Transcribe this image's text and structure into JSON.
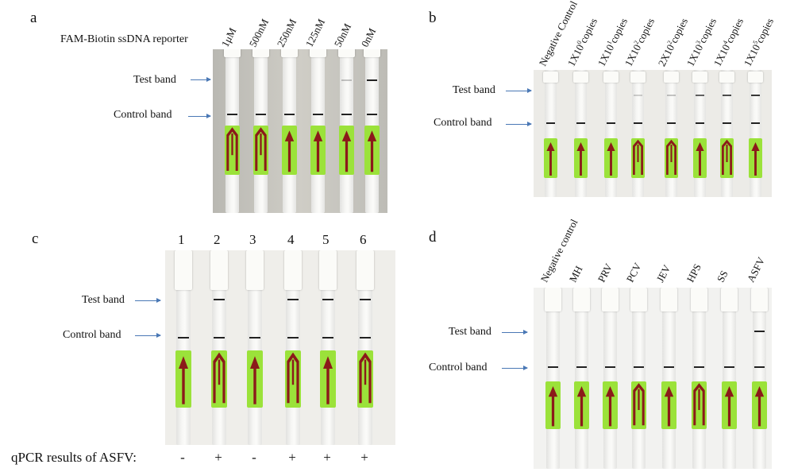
{
  "panel_a": {
    "label": "a",
    "title": "FAM-Biotin ssDNA reporter",
    "lanes": [
      "1μM",
      "500nM",
      "250nM",
      "125nM",
      "50nM",
      "0nM"
    ],
    "test_band_label": "Test band",
    "control_band_label": "Control band"
  },
  "panel_b": {
    "label": "b",
    "lanes": [
      {
        "base": "Negative Control",
        "exp": ""
      },
      {
        "base": "1X10",
        "exp": "0",
        "suffix": "copies"
      },
      {
        "base": "1X10",
        "exp": "1",
        "suffix": "copies"
      },
      {
        "base": "1X10",
        "exp": "2",
        "suffix": "copies"
      },
      {
        "base": "2X10",
        "exp": "2",
        "suffix": "copies"
      },
      {
        "base": "1X10",
        "exp": "3",
        "suffix": "copies"
      },
      {
        "base": "1X10",
        "exp": "4",
        "suffix": "copies"
      },
      {
        "base": "1X10",
        "exp": "5",
        "suffix": "copies"
      }
    ],
    "test_band_label": "Test band",
    "control_band_label": "Control band"
  },
  "panel_c": {
    "label": "c",
    "lanes": [
      "1",
      "2",
      "3",
      "4",
      "5",
      "6"
    ],
    "test_band_label": "Test band",
    "control_band_label": "Control band",
    "qpcr_label": "qPCR results of ASFV:",
    "qpcr_results": [
      "-",
      "+",
      "-",
      "+",
      "+",
      "+"
    ]
  },
  "panel_d": {
    "label": "d",
    "lanes": [
      "Negative control",
      "MH",
      "PRV",
      "PCV",
      "JEV",
      "HPS",
      "SS",
      "ASFV"
    ],
    "test_band_label": "Test band",
    "control_band_label": "Control band"
  },
  "colors": {
    "pad_green": "#9be23a",
    "arrow_red": "#8b1a1a",
    "pointer_blue": "#4a78b5",
    "band_dark": "#222222"
  }
}
